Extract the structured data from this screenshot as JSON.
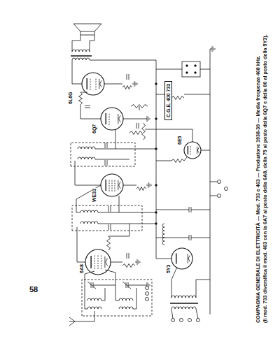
{
  "diagram": {
    "caption": "COMPAGNIA GENERALE DI ELETTRICITÀ — Mod. 733 e 463 — Produzione 1938-39 — Media frequenza 468 kHz.",
    "nodes": [
      {
        "text": [
          "C.G.E. 400 733"
        ]
      }
    ],
    "labels": [
      "58",
      "6A8",
      "WE33",
      "6Q7",
      "6L6G",
      "6E5",
      "5Y3",
      "(Il mod. 733 diversifica il mod. 463 con la 6A7 al posto della 6A8, della 75 al posto della 6Q7 e della 80 al posto della 5Y3)."
    ]
  }
}
